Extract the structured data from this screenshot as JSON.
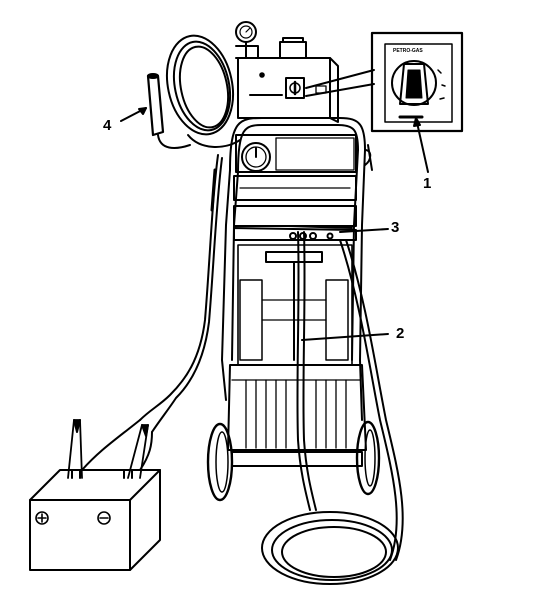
{
  "callouts": {
    "c1": "1",
    "c2": "2",
    "c3": "3",
    "c4": "4"
  },
  "inset": {
    "brand": "PETRO-GAS"
  },
  "colors": {
    "line": "#000000",
    "background": "#ffffff"
  }
}
